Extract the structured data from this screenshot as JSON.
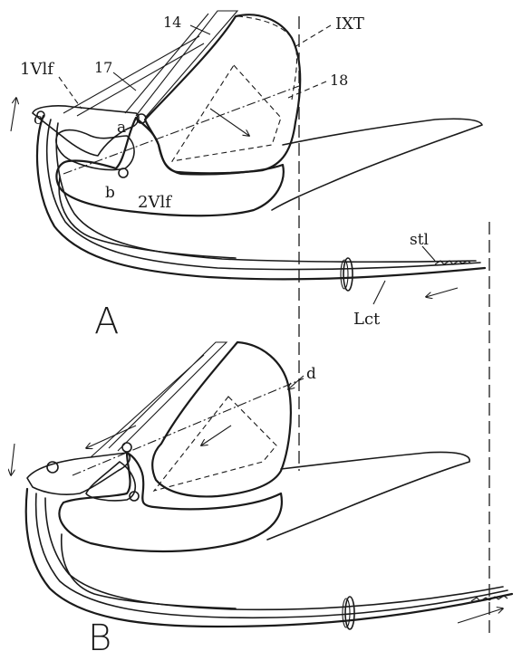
{
  "labels": {
    "muscle_14": "14",
    "ninth_tergum": "IXT",
    "first_valvifer": "1Vlf",
    "muscle_17": "17",
    "muscle_18": "18",
    "point_c": "c",
    "point_a": "a",
    "point_b": "b",
    "second_valvifer": "2Vlf",
    "stylet": "stl",
    "lancet": "Lct",
    "panel_a": "A",
    "panel_b": "B",
    "point_d": "d"
  }
}
